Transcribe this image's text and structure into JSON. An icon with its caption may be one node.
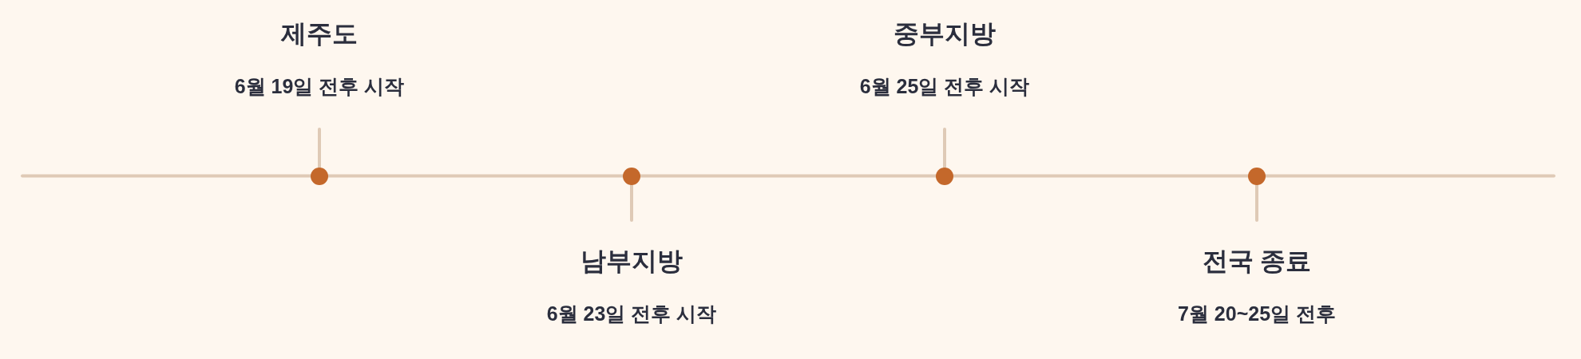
{
  "diagram": {
    "nodes": [
      {
        "text": [
          "제주도",
          "6월 19일 전후 시작"
        ]
      },
      {
        "text": [],
        "shape": "circle"
      },
      {
        "text": [
          "남부지방",
          "6월 23일 전후 시작"
        ]
      },
      {
        "text": [],
        "shape": "circle"
      },
      {
        "text": [
          "중부지방",
          "6월 25일 전후 시작"
        ]
      },
      {
        "text": [],
        "shape": "circle"
      },
      {
        "text": [
          "전국 종료",
          "7월 20~25일 전후"
        ]
      },
      {
        "text": [],
        "shape": "circle"
      }
    ],
    "edges": [
      {
        "from": 0,
        "to": 1,
        "arrow": "none"
      },
      {
        "from": 2,
        "to": 3,
        "arrow": "none"
      },
      {
        "from": 4,
        "to": 5,
        "arrow": "none"
      },
      {
        "from": 6,
        "to": 7,
        "arrow": "none"
      }
    ]
  }
}
